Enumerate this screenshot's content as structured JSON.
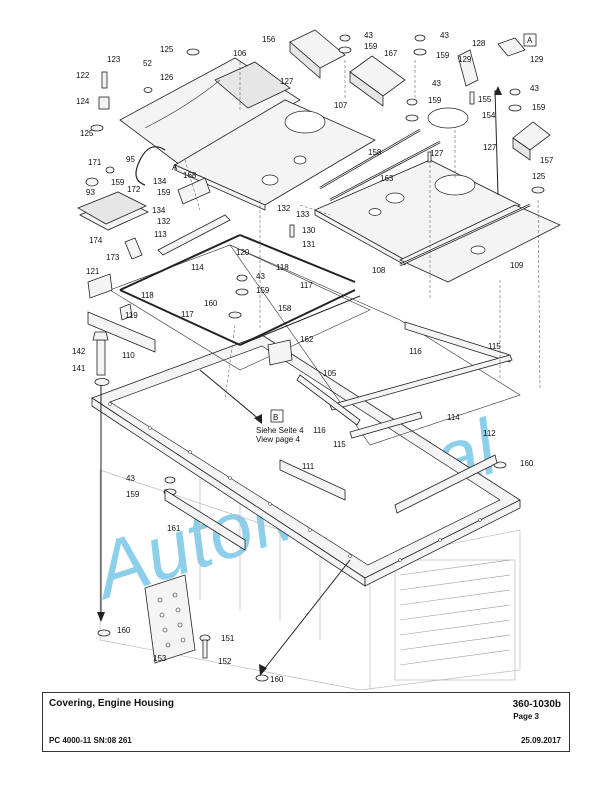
{
  "diagram": {
    "callouts": {
      "n156": "156",
      "n43a": "43",
      "n159a": "159",
      "n43b": "43",
      "n159b": "159",
      "n128": "128",
      "n129a": "129",
      "n129b": "129",
      "nA1": "A",
      "n125a": "125",
      "n106": "106",
      "n123": "123",
      "n52": "52",
      "n122": "122",
      "n126": "126",
      "n127a": "127",
      "n124": "124",
      "n167": "167",
      "n43c": "43",
      "n159c": "159",
      "n155": "155",
      "n154": "154",
      "n43d": "43",
      "n159d": "159",
      "n107": "107",
      "n125b": "125",
      "n171": "171",
      "n95": "95",
      "n93": "93",
      "n159e": "159",
      "n172": "172",
      "n174": "174",
      "nA2": "A",
      "n168": "168",
      "n134a": "134",
      "n159f": "159",
      "n134b": "134",
      "n132a": "132",
      "n132b": "132",
      "n133": "133",
      "n130": "130",
      "n131": "131",
      "n158a": "158",
      "n127b": "127",
      "n163": "163",
      "n127c": "127",
      "n157": "157",
      "n125c": "125",
      "n113": "113",
      "n120": "120",
      "n173": "173",
      "n114a": "114",
      "n118a": "118",
      "n43e": "43",
      "n159g": "159",
      "n121": "121",
      "n118b": "118",
      "n117a": "117",
      "n108": "108",
      "n109": "109",
      "n160a": "160",
      "n158b": "158",
      "n119": "119",
      "n117b": "117",
      "n162": "162",
      "n116a": "116",
      "n115a": "115",
      "n110": "110",
      "n142": "142",
      "n141": "141",
      "n105": "105",
      "n114b": "114",
      "n116b": "116",
      "n115b": "115",
      "n112": "112",
      "n160b": "160",
      "n111": "111",
      "n43f": "43",
      "n159h": "159",
      "n161": "161",
      "n160c": "160",
      "n151": "151",
      "n153": "153",
      "n152": "152",
      "n160d": "160"
    },
    "view_b_letter": "B",
    "view_b_text_de": "Siehe Seite 4",
    "view_b_text_en": "View page 4",
    "watermark": "AutoManual"
  },
  "footer": {
    "title": "Covering, Engine Housing",
    "doc_number": "360-1030b",
    "page": "Page 3",
    "model": "PC 4000-11 SN:08 261",
    "date": "25.09.2017"
  }
}
